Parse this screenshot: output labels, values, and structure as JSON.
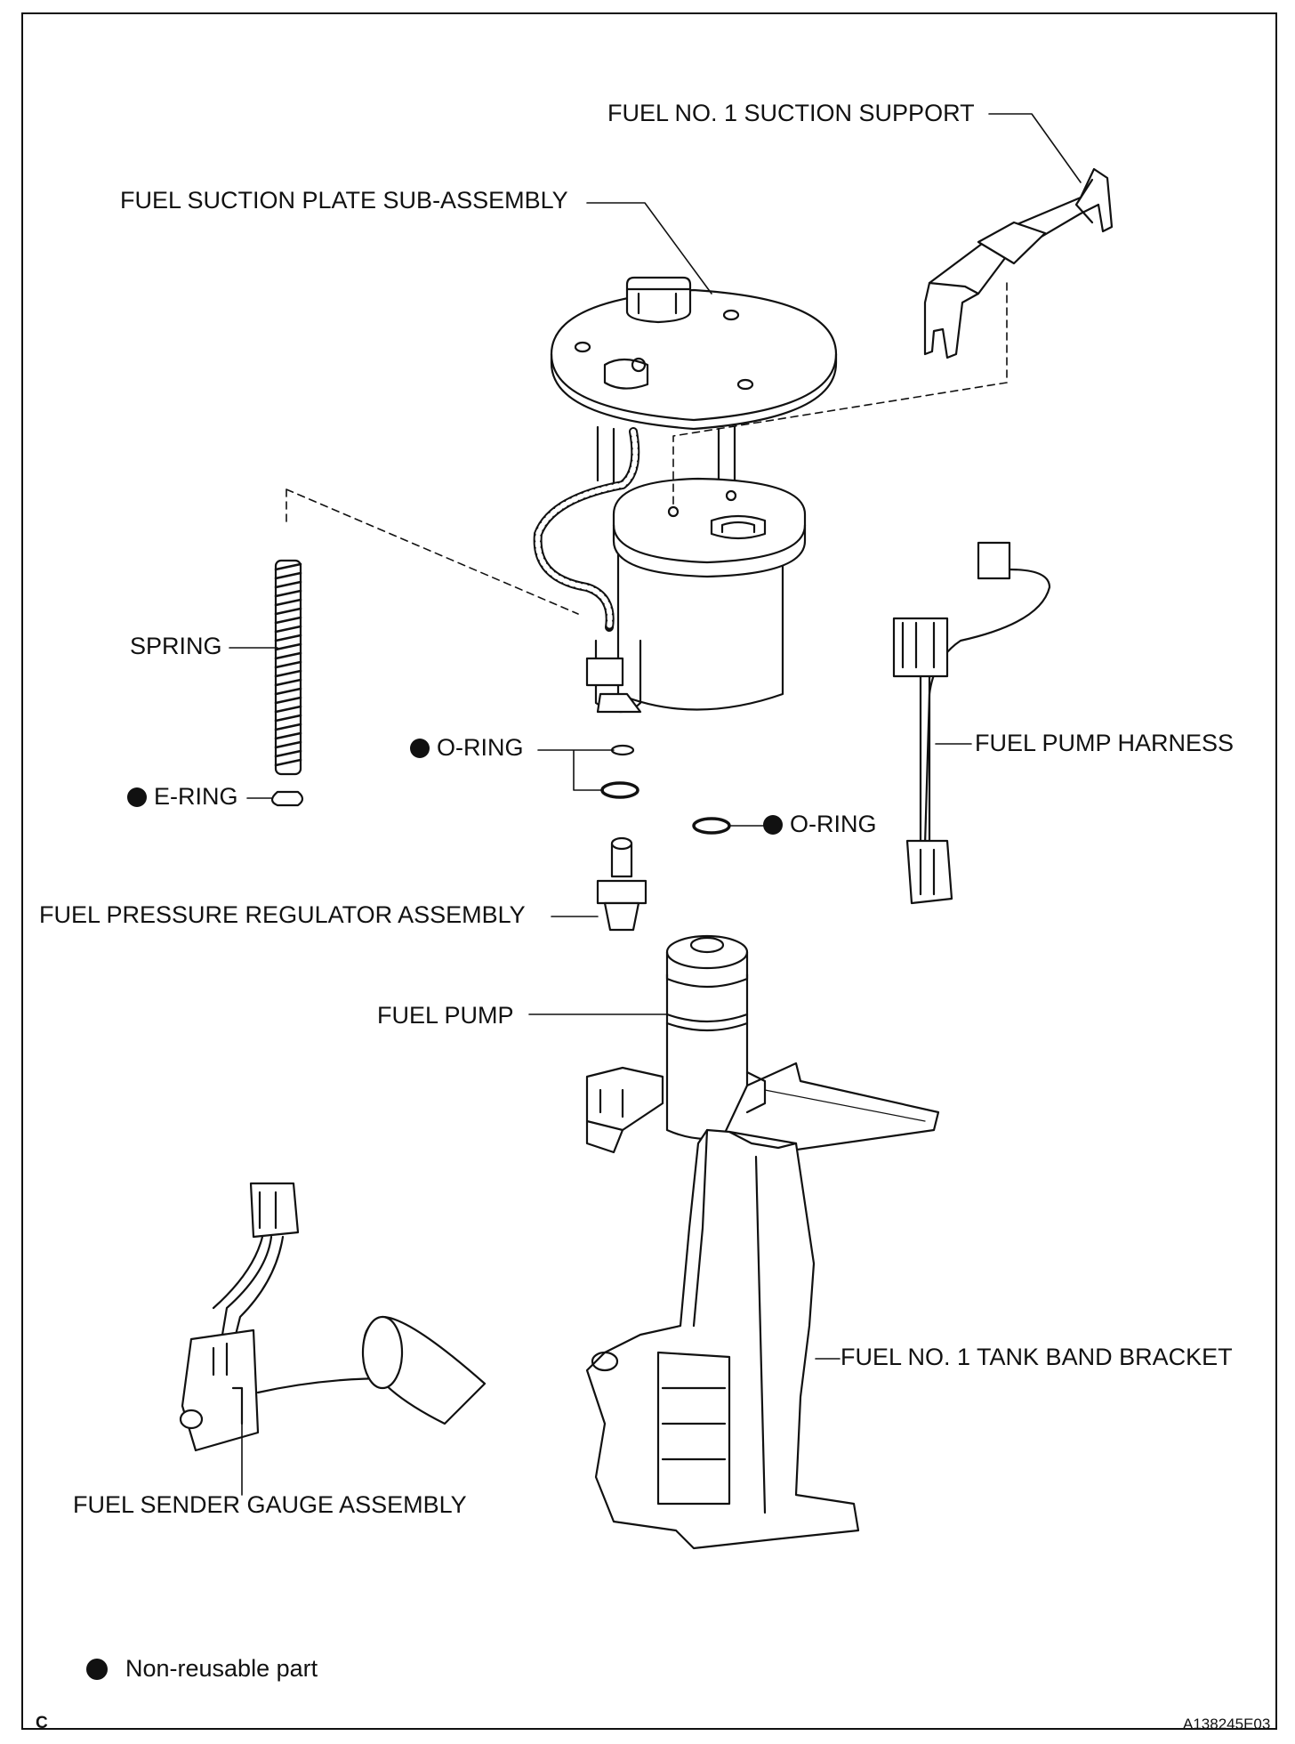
{
  "labels": {
    "suction_support": "FUEL NO. 1 SUCTION SUPPORT",
    "suction_plate": "FUEL SUCTION PLATE SUB-ASSEMBLY",
    "spring": "SPRING",
    "o_ring_upper": "O-RING",
    "e_ring": "E-RING",
    "o_ring_lower": "O-RING",
    "pump_harness": "FUEL PUMP HARNESS",
    "pressure_regulator": "FUEL PRESSURE REGULATOR ASSEMBLY",
    "fuel_pump": "FUEL PUMP",
    "tank_band_bracket": "FUEL NO. 1 TANK BAND BRACKET",
    "sender_gauge": "FUEL SENDER GAUGE ASSEMBLY"
  },
  "legend": {
    "non_reusable": "Non-reusable part"
  },
  "footer": {
    "corner_letter": "C",
    "figure_id": "A138245E03"
  }
}
